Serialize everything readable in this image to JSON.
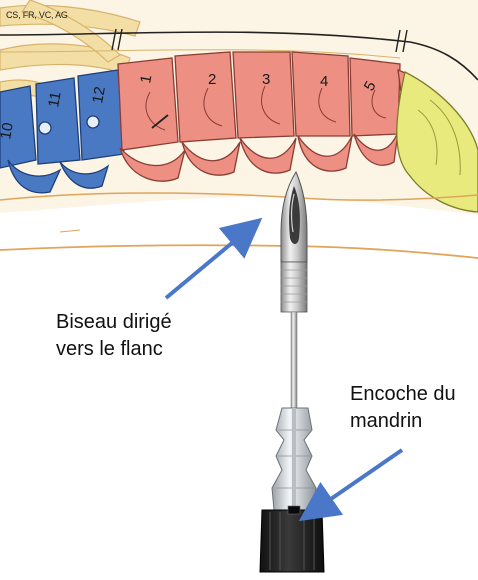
{
  "credit": "CS, FR, VC, AG",
  "spine": {
    "thoracic_numbers": [
      "10",
      "11",
      "12"
    ],
    "lumbar_numbers": [
      "1",
      "2",
      "3",
      "4",
      "5"
    ],
    "colors": {
      "thoracic": "#4a79c4",
      "lumbar": "#ee8f84",
      "sacrum": "#e9ea7e",
      "ribs": "#f3dfa6",
      "skin_line": "#e0a45a"
    }
  },
  "callouts": {
    "bevel": {
      "line1": "Biseau dirigé",
      "line2": "vers le flanc"
    },
    "notch": {
      "line1": "Encoche du",
      "line2": "mandrin"
    }
  },
  "arrow_color": "#4a77c8"
}
